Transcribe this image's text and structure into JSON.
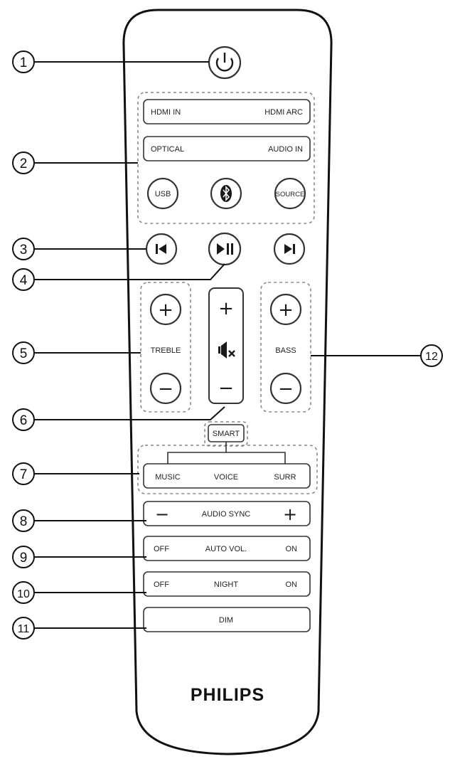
{
  "buttons": {
    "hdmi_in": "HDMI IN",
    "hdmi_arc": "HDMI ARC",
    "optical": "OPTICAL",
    "audio_in": "AUDIO IN",
    "usb": "USB",
    "source": "SOURCE",
    "treble": "TREBLE",
    "bass": "BASS",
    "smart": "SMART",
    "music": "MUSIC",
    "voice": "VOICE",
    "surr": "SURR",
    "audio_sync": "AUDIO SYNC",
    "auto_vol": "AUTO VOL.",
    "off": "OFF",
    "on": "ON",
    "night": "NIGHT",
    "dim": "DIM",
    "plus": "+",
    "minus": "−"
  },
  "brand": "PHILIPS",
  "callouts": [
    "1",
    "2",
    "3",
    "4",
    "5",
    "6",
    "7",
    "8",
    "9",
    "10",
    "11",
    "12"
  ],
  "icons": [
    "power-icon",
    "bluetooth-icon",
    "previous-icon",
    "play-pause-icon",
    "next-icon",
    "mute-icon"
  ]
}
